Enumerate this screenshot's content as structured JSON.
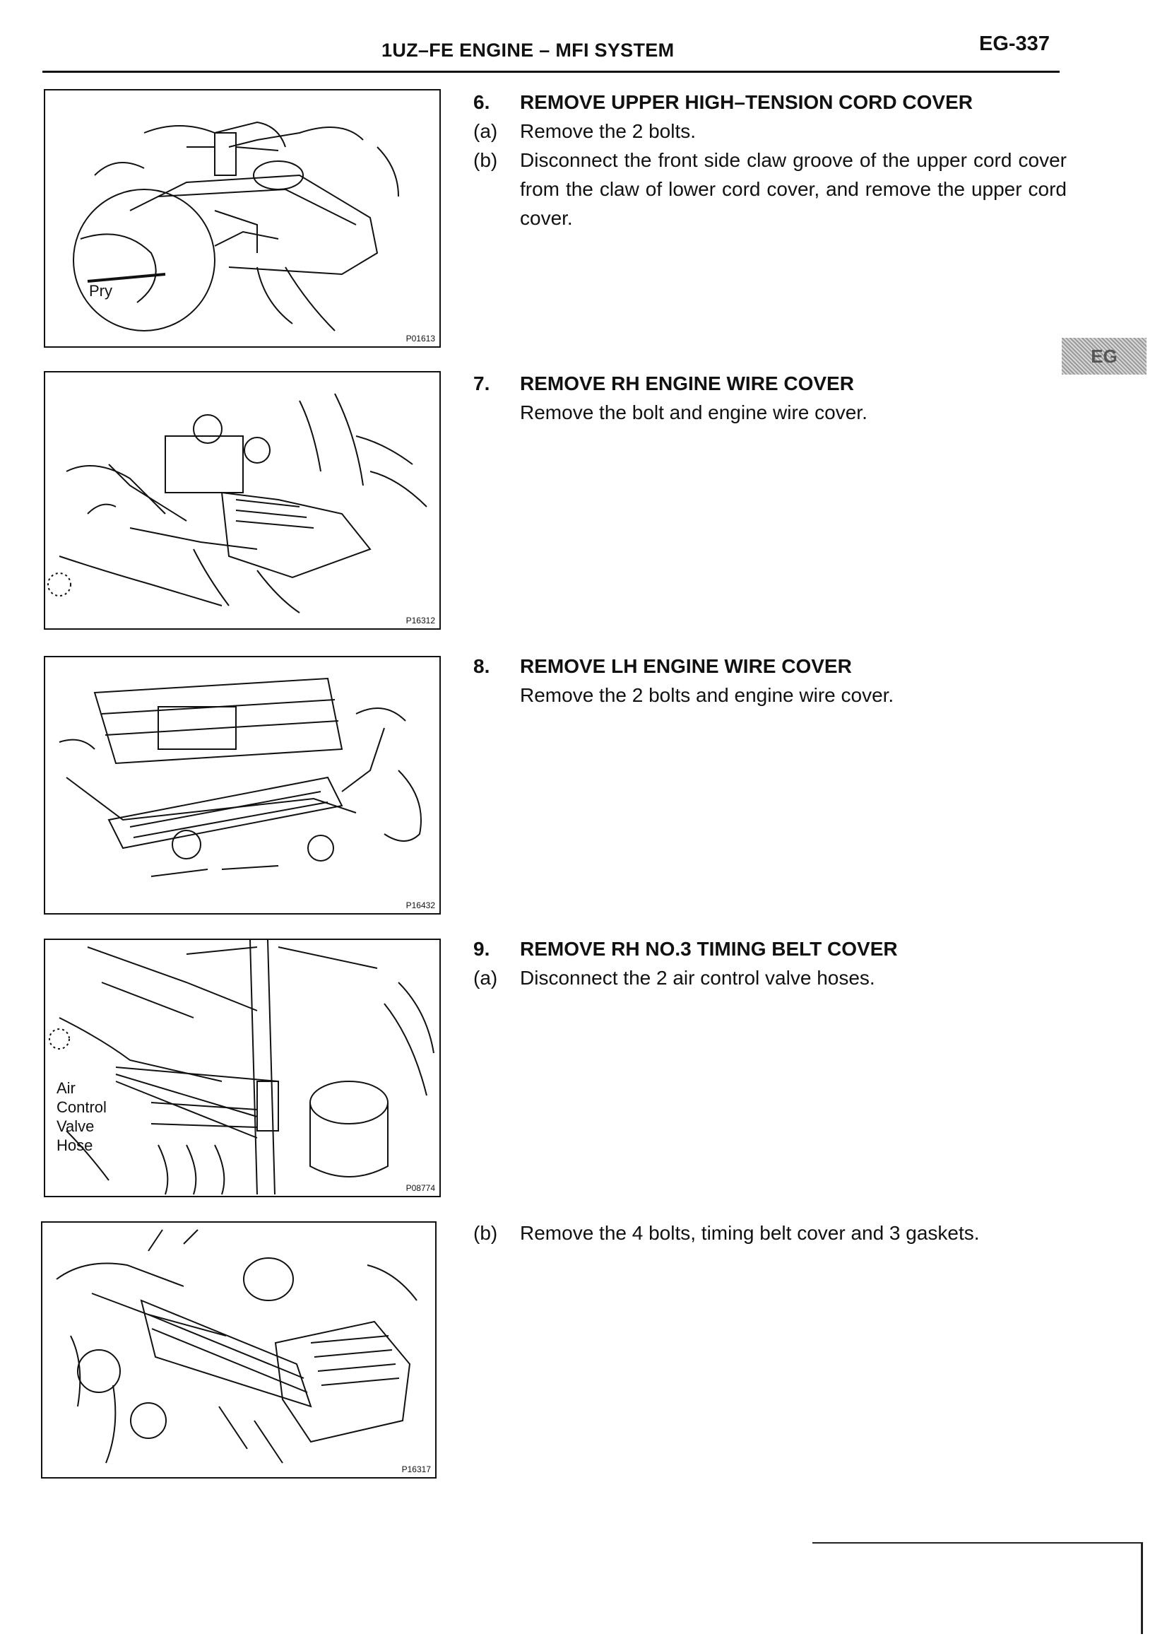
{
  "header": {
    "title": "1UZ–FE ENGINE – MFI SYSTEM",
    "page_number": "EG-337"
  },
  "section_tab": "EG",
  "figures": [
    {
      "code": "P01613",
      "callout": "Pry"
    },
    {
      "code": "P16312"
    },
    {
      "code": "P16432"
    },
    {
      "code": "P08774",
      "callout_lines": [
        "Air",
        "Control",
        "Valve",
        "Hose"
      ]
    },
    {
      "code": "P16317"
    }
  ],
  "steps": [
    {
      "number": "6.",
      "title": "REMOVE UPPER HIGH–TENSION CORD COVER",
      "substeps": [
        {
          "label": "(a)",
          "text": "Remove the 2 bolts."
        },
        {
          "label": "(b)",
          "text": "Disconnect the front side claw groove of the upper cord cover from the claw of lower cord cover, and remove the upper cord cover."
        }
      ]
    },
    {
      "number": "7.",
      "title": "REMOVE RH ENGINE WIRE COVER",
      "text": "Remove the bolt and engine wire cover."
    },
    {
      "number": "8.",
      "title": "REMOVE LH ENGINE WIRE COVER",
      "text": "Remove the 2 bolts and engine wire cover."
    },
    {
      "number": "9.",
      "title": "REMOVE RH NO.3 TIMING BELT COVER",
      "substeps": [
        {
          "label": "(a)",
          "text": "Disconnect the 2 air control valve hoses."
        },
        {
          "label": "(b)",
          "text": "Remove the 4 bolts, timing belt cover and 3 gaskets."
        }
      ]
    }
  ]
}
